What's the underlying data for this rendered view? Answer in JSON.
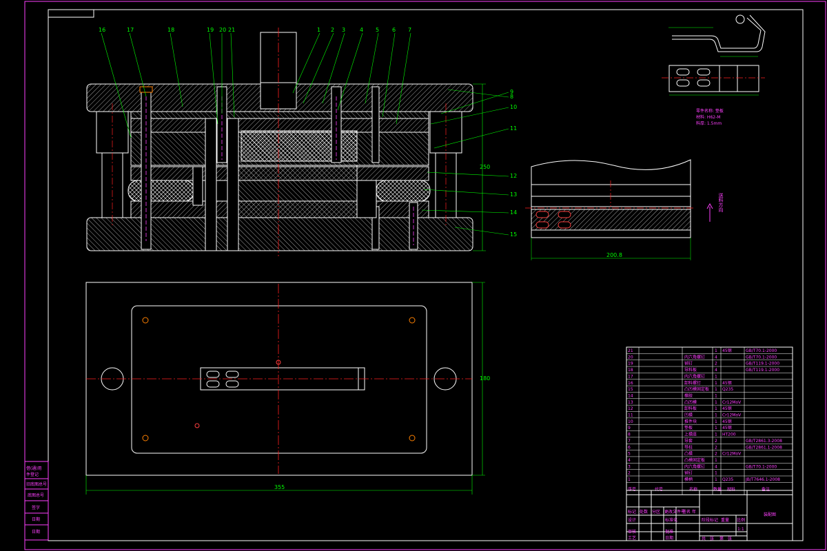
{
  "colors": {
    "background": "#000000",
    "outline": "#ffffff",
    "centerline": "#ff2020",
    "dimension": "#00ff00",
    "text": "#ff40ff",
    "hatch": "#cfcfcf"
  },
  "balloons": [
    "16",
    "17",
    "18",
    "19",
    "20",
    "21",
    "1",
    "2",
    "3",
    "4",
    "5",
    "6",
    "7",
    "8",
    "9",
    "10",
    "11",
    "12",
    "13",
    "14",
    "15"
  ],
  "strip_note": {
    "lines": [
      "零件名称: 垫板",
      "材料: H62-M",
      "料厚: 1.5mm"
    ],
    "feed_label": "送料方向"
  },
  "bom": {
    "rows": [
      {
        "no": "21",
        "name": "",
        "qty": "1",
        "material": "45钢",
        "std": "GB/T70.1-2000"
      },
      {
        "no": "20",
        "name": "内六角螺钉",
        "qty": "4",
        "material": "",
        "std": "GB/T70.1-2000"
      },
      {
        "no": "19",
        "name": "销钉",
        "qty": "2",
        "material": "",
        "std": "GB/T119.1-2000"
      },
      {
        "no": "18",
        "name": "导料板",
        "qty": "4",
        "material": "",
        "std": "GB/T119.1-2000"
      },
      {
        "no": "17",
        "name": "内六角螺钉",
        "qty": "1",
        "material": "",
        "std": ""
      },
      {
        "no": "16",
        "name": "卸料螺钉",
        "qty": "1",
        "material": "45钢",
        "std": ""
      },
      {
        "no": "15",
        "name": "凸凹模固定板",
        "qty": "1",
        "material": "Q235",
        "std": ""
      },
      {
        "no": "14",
        "name": "橡胶",
        "qty": "1",
        "material": "",
        "std": ""
      },
      {
        "no": "13",
        "name": "凸凹模",
        "qty": "1",
        "material": "Cr12MoV",
        "std": ""
      },
      {
        "no": "12",
        "name": "卸料板",
        "qty": "1",
        "material": "45钢",
        "std": ""
      },
      {
        "no": "11",
        "name": "凹模",
        "qty": "1",
        "material": "Cr12MoV",
        "std": ""
      },
      {
        "no": "10",
        "name": "推件块",
        "qty": "1",
        "material": "45钢",
        "std": ""
      },
      {
        "no": "9",
        "name": "垫板",
        "qty": "1",
        "material": "45钢",
        "std": ""
      },
      {
        "no": "8",
        "name": "上模座",
        "qty": "1",
        "material": "HT200",
        "std": ""
      },
      {
        "no": "7",
        "name": "导套",
        "qty": "2",
        "material": "",
        "std": "GB/T2861.3-2008"
      },
      {
        "no": "6",
        "name": "导柱",
        "qty": "2",
        "material": "",
        "std": "GB/T2861.1-2008"
      },
      {
        "no": "5",
        "name": "凸模",
        "qty": "2",
        "material": "Cr12MoV",
        "std": ""
      },
      {
        "no": "4",
        "name": "凸模固定板",
        "qty": "1",
        "material": "",
        "std": ""
      },
      {
        "no": "3",
        "name": "内六角螺钉",
        "qty": "4",
        "material": "",
        "std": "GB/T70.1-2000"
      },
      {
        "no": "2",
        "name": "销钉",
        "qty": "1",
        "material": "",
        "std": ""
      },
      {
        "no": "1",
        "name": "模柄",
        "qty": "1",
        "material": "Q235",
        "std": "JB/T7646.1-2008"
      }
    ],
    "header": {
      "no": "序号",
      "code": "代号",
      "name": "名称",
      "qty": "数量",
      "material": "材料",
      "note": "备注"
    }
  },
  "title_block": {
    "title": "装配图",
    "scale": "1:1",
    "row_labels": [
      "设计",
      "审核",
      "工艺"
    ],
    "mid_labels": [
      "标准化",
      "批准",
      "日期"
    ],
    "bottom_right": [
      "共",
      "张",
      "第",
      "张"
    ],
    "header_cells": [
      "标记",
      "处数",
      "分区",
      "更改文件号",
      "签名",
      "年",
      "月",
      "日"
    ],
    "stage_cells": [
      "阶段标记",
      "重量",
      "比例"
    ]
  },
  "side_stamp": [
    "借(通)用",
    "件登记",
    "旧底图总号",
    "底图总号",
    "签字",
    "日期",
    "日期"
  ]
}
